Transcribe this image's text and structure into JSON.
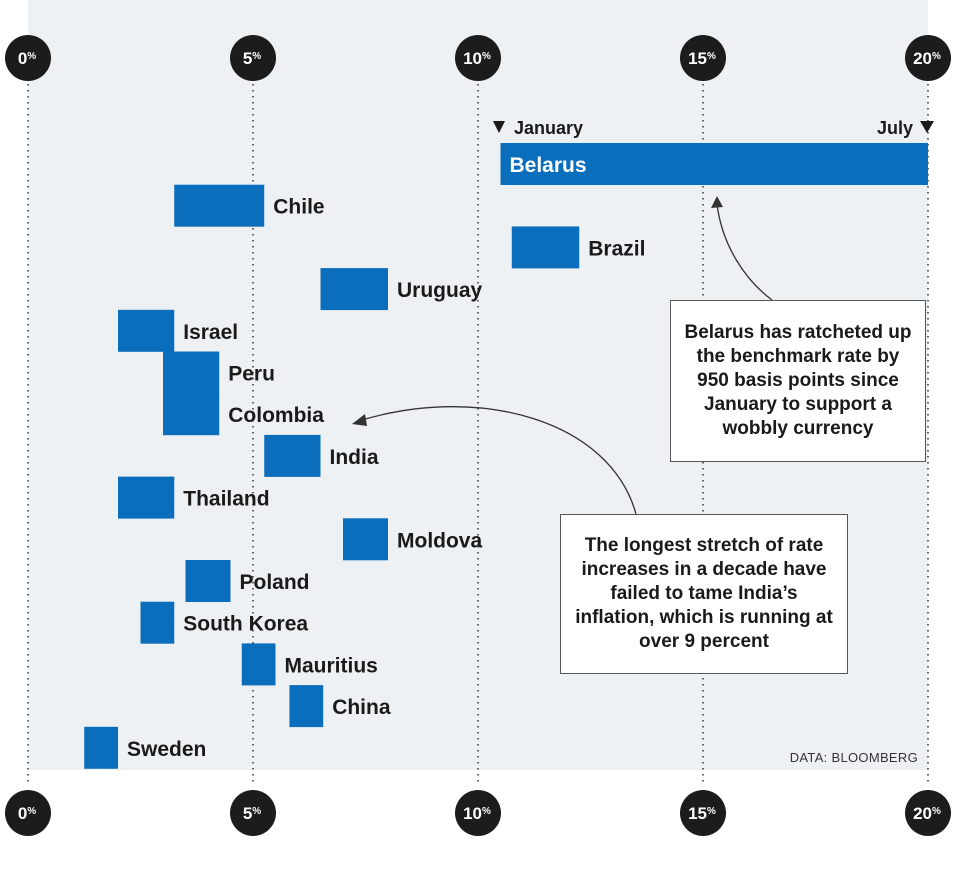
{
  "chart_data": {
    "type": "bar",
    "orientation": "horizontal-range",
    "unit": "%",
    "xlim": [
      0,
      20
    ],
    "ticks": [
      0,
      5,
      10,
      15,
      20
    ],
    "period_start_label": "January",
    "period_end_label": "July",
    "series": [
      {
        "name": "Belarus",
        "start": 10.5,
        "end": 20.0
      },
      {
        "name": "Chile",
        "start": 3.25,
        "end": 5.25
      },
      {
        "name": "Brazil",
        "start": 10.75,
        "end": 12.25
      },
      {
        "name": "Uruguay",
        "start": 6.5,
        "end": 8.0
      },
      {
        "name": "Israel",
        "start": 2.0,
        "end": 3.25
      },
      {
        "name": "Peru",
        "start": 3.0,
        "end": 4.25
      },
      {
        "name": "Colombia",
        "start": 3.0,
        "end": 4.25
      },
      {
        "name": "India",
        "start": 5.25,
        "end": 6.5
      },
      {
        "name": "Thailand",
        "start": 2.0,
        "end": 3.25
      },
      {
        "name": "Moldova",
        "start": 7.0,
        "end": 8.0
      },
      {
        "name": "Poland",
        "start": 3.5,
        "end": 4.5
      },
      {
        "name": "South Korea",
        "start": 2.5,
        "end": 3.25
      },
      {
        "name": "Mauritius",
        "start": 4.75,
        "end": 5.5
      },
      {
        "name": "China",
        "start": 5.81,
        "end": 6.56
      },
      {
        "name": "Sweden",
        "start": 1.25,
        "end": 2.0
      }
    ],
    "annotations": [
      {
        "target": "Belarus",
        "text": "Belarus has ratcheted up the benchmark rate by 950 basis points since January to support a wobbly currency"
      },
      {
        "target": "Colombia",
        "text": "The longest stretch of rate increases in a decade have failed to tame India’s inflation, which is running at over 9 percent"
      }
    ],
    "source": "DATA: BLOOMBERG"
  },
  "colors": {
    "bar": "#0a6ebd",
    "panel": "#eef1f4",
    "tick_circle": "#1c1c1c",
    "gridline": "#333333"
  }
}
